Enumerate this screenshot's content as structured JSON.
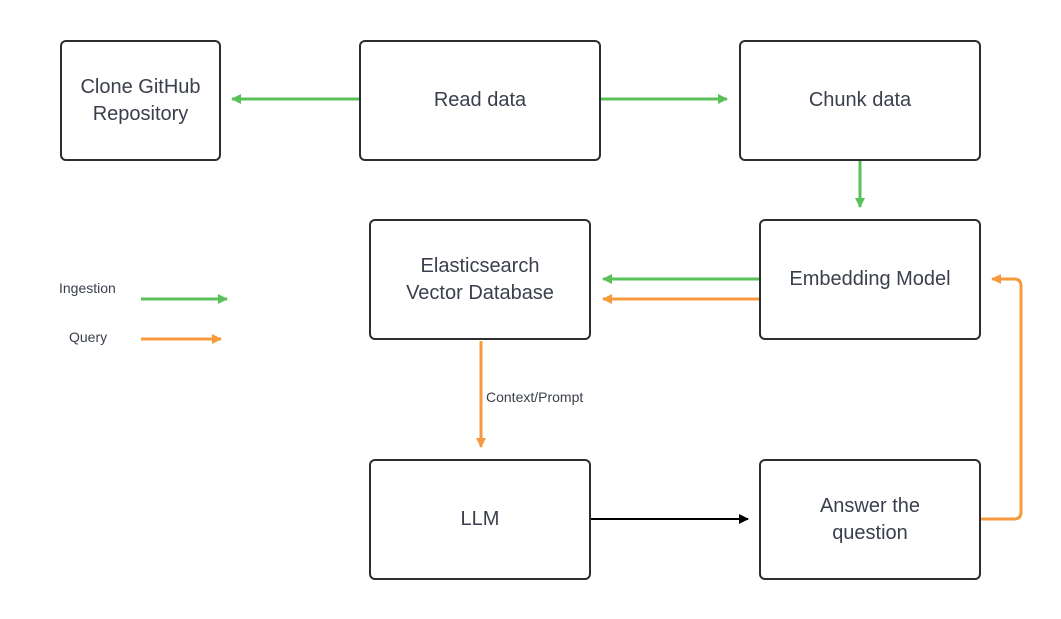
{
  "diagram": {
    "nodes": {
      "clone_repo": {
        "label": "Clone GitHub\nRepository"
      },
      "read_data": {
        "label": "Read data"
      },
      "chunk_data": {
        "label": "Chunk data"
      },
      "elasticsearch": {
        "label": "Elasticsearch\nVector Database"
      },
      "embedding_model": {
        "label": "Embedding Model"
      },
      "llm": {
        "label": "LLM"
      },
      "answer": {
        "label": "Answer the\nquestion"
      }
    },
    "edges": [
      {
        "from": "read_data",
        "to": "clone_repo",
        "flow": "ingestion"
      },
      {
        "from": "read_data",
        "to": "chunk_data",
        "flow": "ingestion"
      },
      {
        "from": "chunk_data",
        "to": "embedding_model",
        "flow": "ingestion"
      },
      {
        "from": "embedding_model",
        "to": "elasticsearch",
        "flow": "ingestion"
      },
      {
        "from": "embedding_model",
        "to": "elasticsearch",
        "flow": "query"
      },
      {
        "from": "elasticsearch",
        "to": "llm",
        "flow": "query",
        "label": "Context/Prompt"
      },
      {
        "from": "llm",
        "to": "answer",
        "flow": "default"
      },
      {
        "from": "answer",
        "to": "embedding_model",
        "flow": "query"
      }
    ],
    "legend": {
      "ingestion": {
        "label": "Ingestion",
        "color": "#5ac05a"
      },
      "query": {
        "label": "Query",
        "color": "#f79a3e"
      }
    },
    "default_edge_color": "#000000"
  }
}
